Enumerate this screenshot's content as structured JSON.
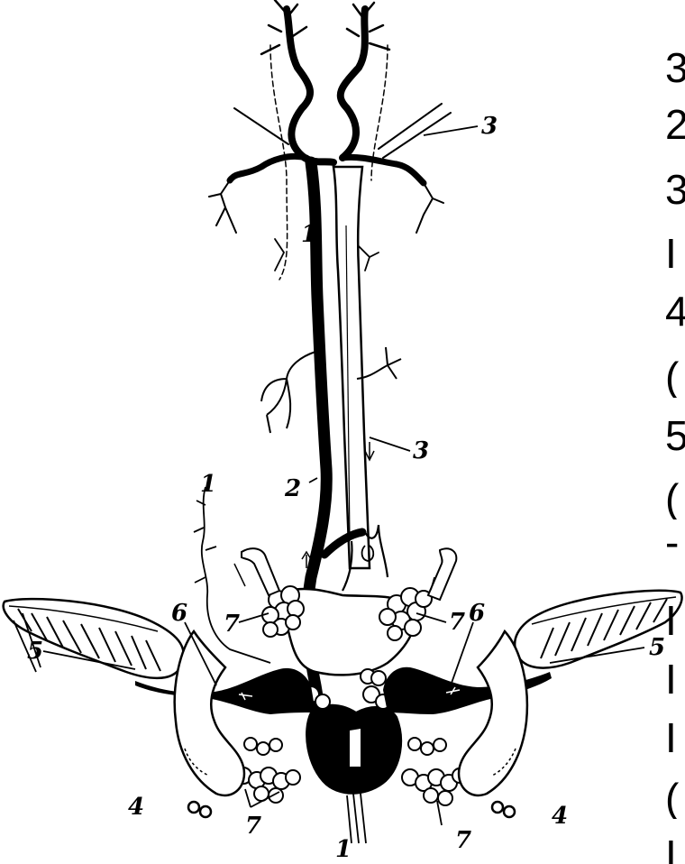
{
  "diagram": {
    "callouts": {
      "c1_bottom": "1",
      "c1_left": "1",
      "c1_upper": "1",
      "c2": "2",
      "c3_top": "3",
      "c3_middle": "3",
      "c4_left": "4",
      "c4_right": "4",
      "c5_left": "5",
      "c5_right": "5",
      "c6_left": "6",
      "c6_right": "6",
      "c7_a": "7",
      "c7_b": "7",
      "c7_c": "7",
      "c7_d": "7"
    }
  },
  "right_text": {
    "fragments": [
      "3",
      "2",
      "3",
      "I",
      "4",
      "(",
      "5",
      "(",
      "-",
      "I",
      "I",
      "I",
      "(",
      "I"
    ]
  },
  "colors": {
    "ink": "#000000",
    "paper": "#ffffff"
  }
}
